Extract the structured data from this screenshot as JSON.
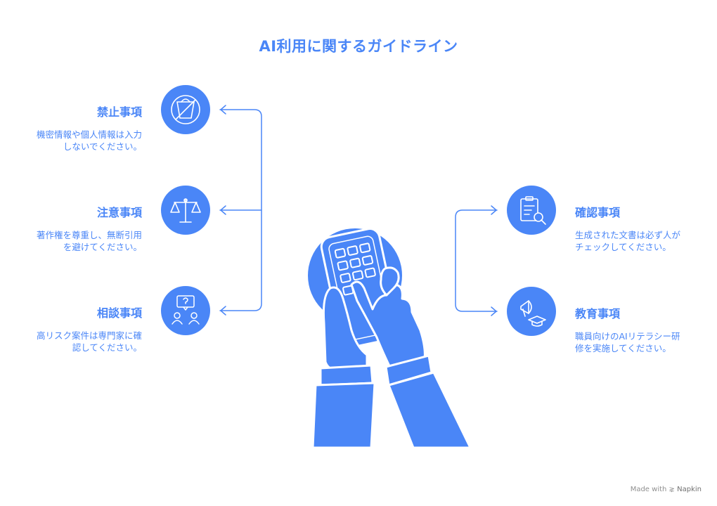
{
  "title": "AI利用に関するガイドライン",
  "items_left": [
    {
      "label": "禁止事項",
      "desc": "機密情報や個人情報は入力しないでください。",
      "icon": "no-bag-icon"
    },
    {
      "label": "注意事項",
      "desc": "著作権を尊重し、無断引用を避けてください。",
      "icon": "scales-icon"
    },
    {
      "label": "相談事項",
      "desc": "高リスク案件は専門家に確認してください。",
      "icon": "question-people-icon"
    }
  ],
  "items_right": [
    {
      "label": "確認事項",
      "desc": "生成された文書は必ず人がチェックしてください。",
      "icon": "clipboard-search-icon"
    },
    {
      "label": "教育事項",
      "desc": "職員向けのAIリテラシー研修を実施してください。",
      "icon": "megaphone-graduation-icon"
    }
  ],
  "center_illustration": "hands-holding-calculator-icon",
  "footer": {
    "made_with": "Made with",
    "brand": "Napkin"
  },
  "colors": {
    "accent": "#4a86f7",
    "text": "#4a86f7",
    "footer": "#8f8f8f"
  }
}
